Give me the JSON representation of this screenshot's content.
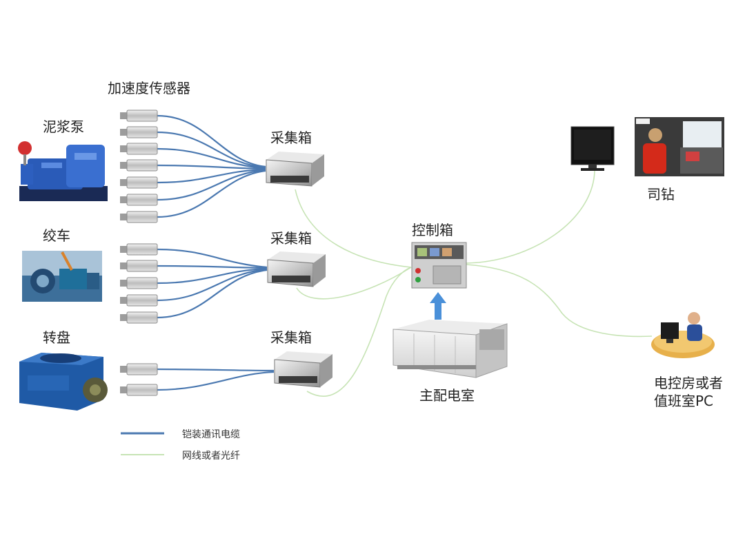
{
  "labels": {
    "sensor_header": "加速度传感器",
    "mud_pump": "泥浆泵",
    "winch": "绞车",
    "turntable": "转盘",
    "collector_1": "采集箱",
    "collector_2": "采集箱",
    "collector_3": "采集箱",
    "control_box": "控制箱",
    "main_power_room": "主配电室",
    "driller": "司钻",
    "control_room_pc_line1": "电控房或者",
    "control_room_pc_line2": "值班室PC"
  },
  "legend": {
    "armored_cable": "铠装通讯电缆",
    "network_fiber": "网线或者光纤"
  },
  "colors": {
    "armored_cable": "#4a78b0",
    "network_fiber": "#c6e3b4",
    "arrow": "#4a90d9"
  }
}
